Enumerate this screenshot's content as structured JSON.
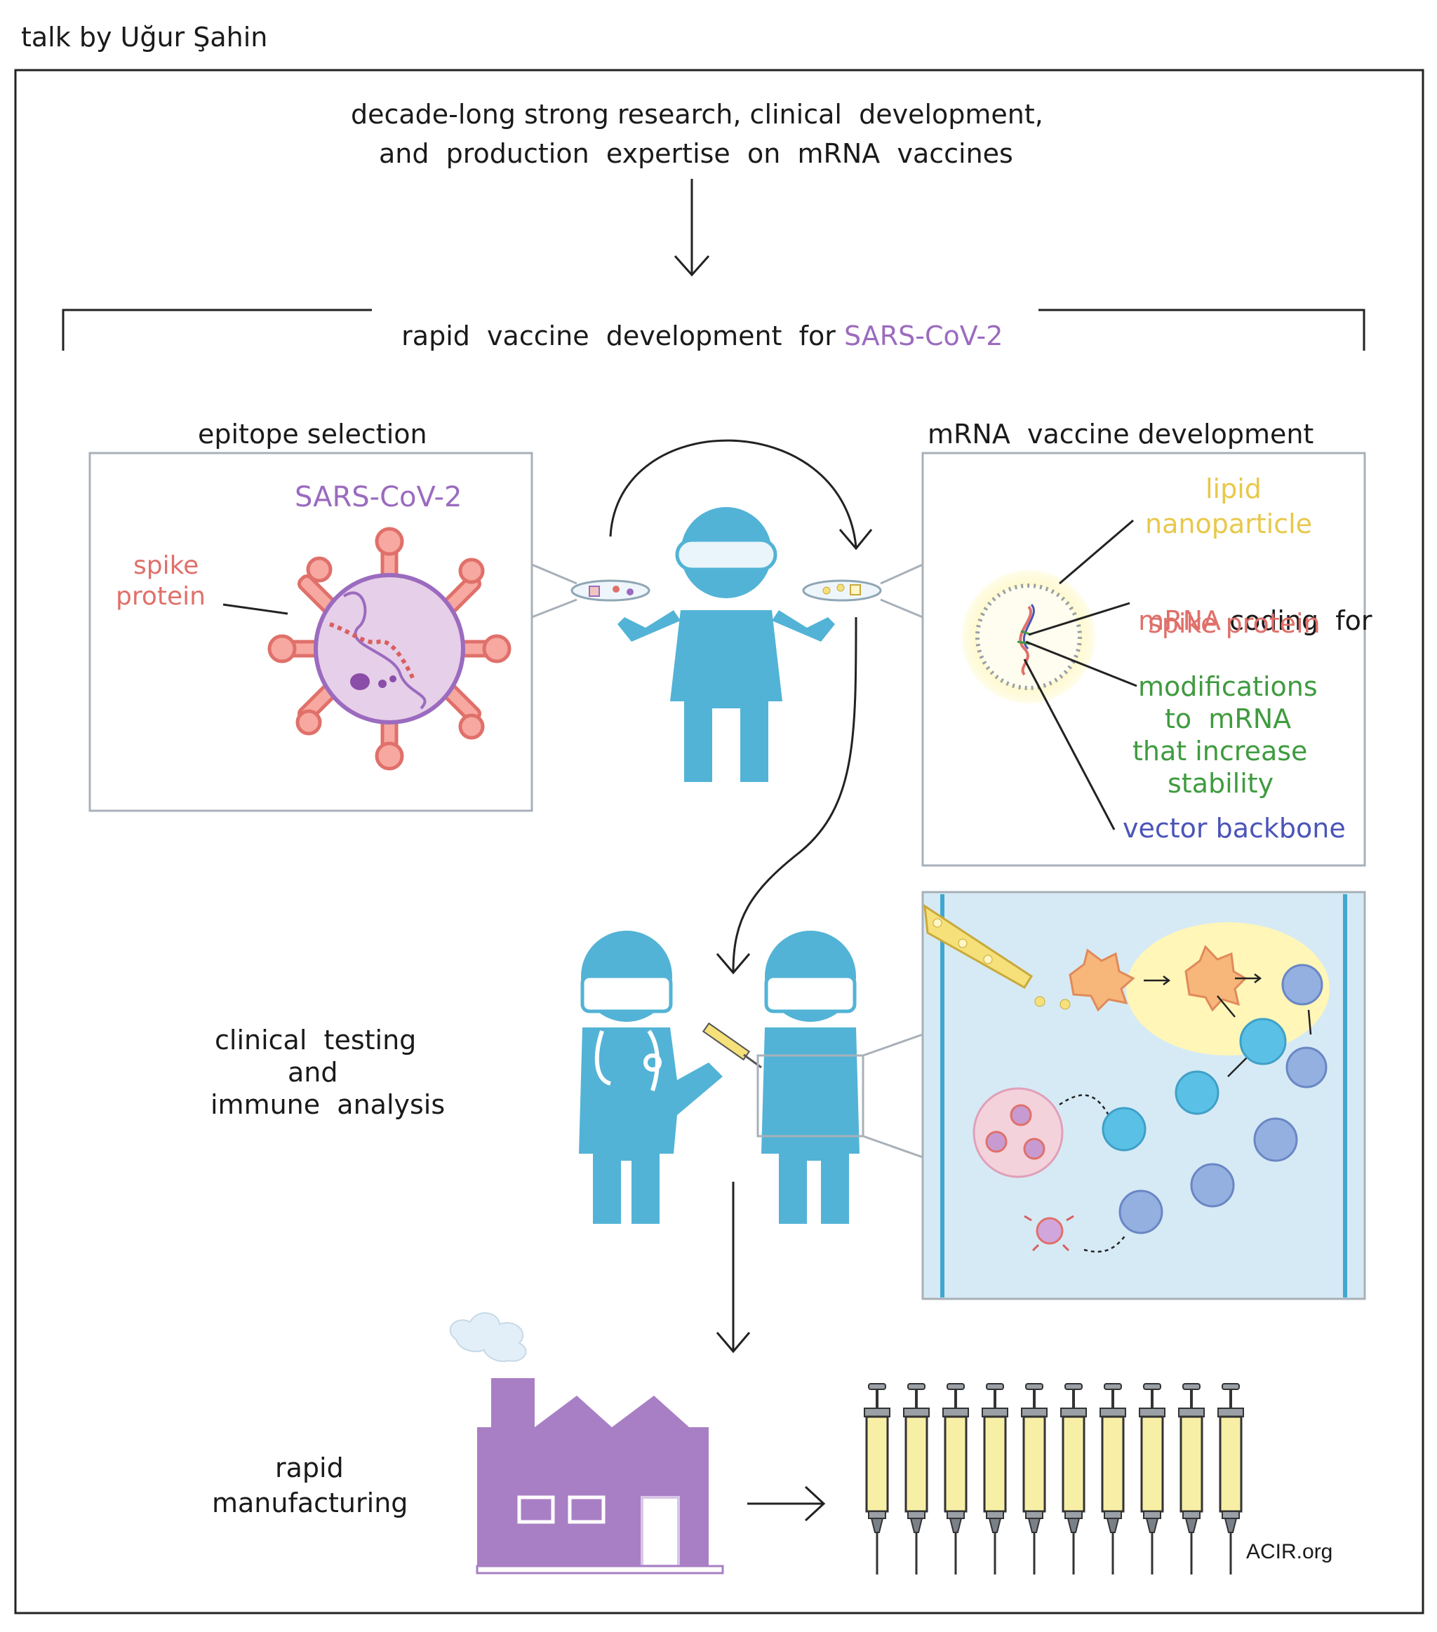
{
  "header": {
    "author_line": "talk by Uğur Şahin"
  },
  "intro": {
    "line1": "decade-long strong research, clinical  development,",
    "line2": "and  production  expertise  on  mRNA  vaccines"
  },
  "bracket": {
    "text_prefix": "rapid  vaccine  development  for ",
    "text_highlight": "SARS-CoV-2"
  },
  "epitope": {
    "heading": "epitope selection",
    "virus_label": "SARS-CoV-2",
    "spike_line1": "spike",
    "spike_line2": "protein"
  },
  "mrna": {
    "heading": "mRNA  vaccine development",
    "lipid_line1": "lipid",
    "lipid_line2": "nanoparticle",
    "mrna_word": "mRNA",
    "coding_for": " coding  for",
    "spike_protein": "spike protein",
    "mod_line1": "modifications",
    "mod_line2": "to  mRNA",
    "mod_line3": "that increase",
    "mod_line4": "stability",
    "vector": "vector backbone"
  },
  "clinical": {
    "line1": "clinical  testing",
    "line2": "and",
    "line3": "immune  analysis"
  },
  "manufacturing": {
    "line1": "rapid",
    "line2": "manufacturing"
  },
  "credit": "ACIR.org",
  "colors": {
    "purple": "#9b6bbf",
    "salmon": "#e0706a",
    "yellow": "#e8c84a",
    "green": "#3f9b3f",
    "blue": "#4a54b8",
    "person": "#52b3d6",
    "factory": "#a87fc4"
  }
}
